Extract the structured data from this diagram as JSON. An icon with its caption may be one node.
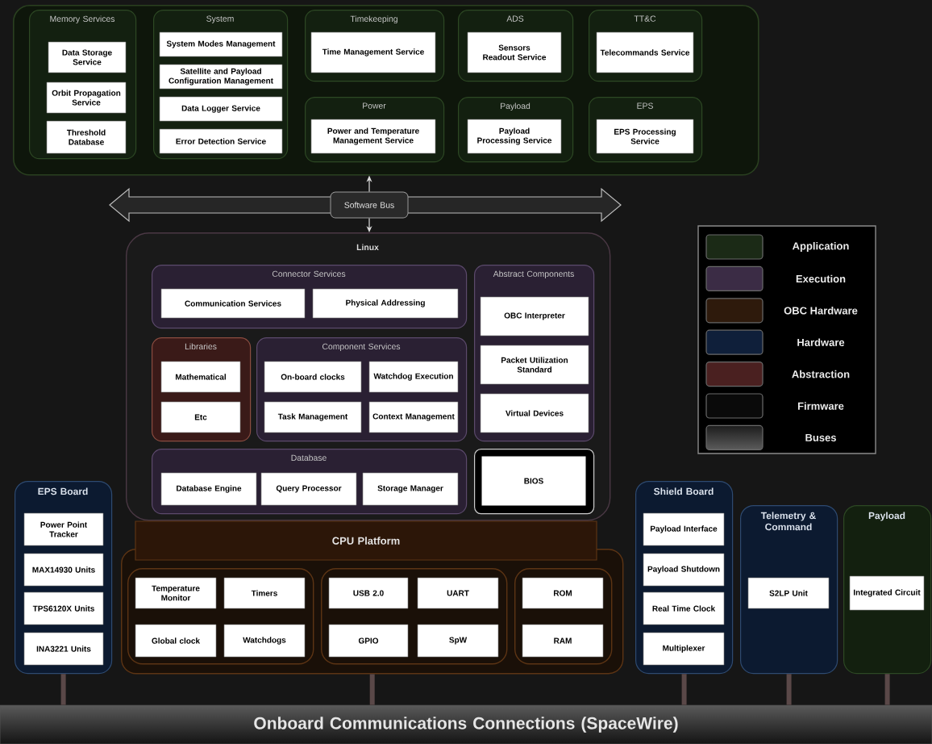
{
  "diagram": {
    "nodes": [
      {
        "text": [],
        "shape": "box"
      },
      {
        "text": [
          "Memory Services"
        ],
        "in": 0
      },
      {
        "text": [
          "Data Storage Service"
        ],
        "in": 1
      },
      {
        "text": [
          "Orbit Propagation Service"
        ],
        "in": 1
      },
      {
        "text": [
          "Threshold Database"
        ],
        "in": 1
      },
      {
        "text": [
          "System"
        ],
        "in": 0
      },
      {
        "text": [
          "System Modes Management"
        ],
        "in": 5
      },
      {
        "text": [
          "Satellite and Payload Configuration Management"
        ],
        "in": 5
      },
      {
        "text": [
          "Data Logger Service"
        ],
        "in": 5
      },
      {
        "text": [
          "Error Detection Service"
        ],
        "in": 5
      },
      {
        "text": [
          "Timekeeping"
        ],
        "in": 0
      },
      {
        "text": [
          "Time Management Service"
        ],
        "in": 10
      },
      {
        "text": [
          "Power"
        ],
        "in": 0
      },
      {
        "text": [
          "Power and Temperature Management Service"
        ],
        "in": 12
      },
      {
        "text": [
          "ADS"
        ],
        "in": 0
      },
      {
        "text": [
          "Sensors Readout Service"
        ],
        "in": 14
      },
      {
        "text": [
          "TT&C"
        ],
        "in": 0
      },
      {
        "text": [
          "Telecommands Service"
        ],
        "in": 16
      },
      {
        "text": [
          "Payload"
        ],
        "in": 0
      },
      {
        "text": [
          "Payload Processing Service"
        ],
        "in": 18
      },
      {
        "text": [
          "EPS"
        ],
        "in": 0
      },
      {
        "text": [
          "EPS Processing Service"
        ],
        "in": 20
      },
      {
        "text": [
          "Software Bus"
        ]
      },
      {
        "text": [
          "Linux"
        ]
      },
      {
        "text": [
          "Connector Services"
        ],
        "in": 23
      },
      {
        "text": [
          "Communication Services"
        ],
        "in": 24
      },
      {
        "text": [
          "Physical Addressing"
        ],
        "in": 24
      },
      {
        "text": [
          "Abstract Components"
        ],
        "in": 23
      },
      {
        "text": [
          "OBC Interpreter"
        ],
        "in": 27
      },
      {
        "text": [
          "Packet Utilization Standard"
        ],
        "in": 27
      },
      {
        "text": [
          "Virtual Devices"
        ],
        "in": 27
      },
      {
        "text": [
          "Libraries"
        ],
        "in": 23
      },
      {
        "text": [
          "Mathematical"
        ],
        "in": 31
      },
      {
        "text": [
          "Etc"
        ],
        "in": 31
      },
      {
        "text": [
          "Component Services"
        ],
        "in": 23
      },
      {
        "text": [
          "On-board clocks"
        ],
        "in": 34
      },
      {
        "text": [
          "Watchdog Execution"
        ],
        "in": 34
      },
      {
        "text": [
          "Task Management"
        ],
        "in": 34
      },
      {
        "text": [
          "Context Management"
        ],
        "in": 34
      },
      {
        "text": [
          "Database"
        ],
        "in": 23
      },
      {
        "text": [
          "Database Engine"
        ],
        "in": 39
      },
      {
        "text": [
          "Query Processor"
        ],
        "in": 39
      },
      {
        "text": [
          "Storage Manager"
        ],
        "in": 39
      },
      {
        "text": [
          "BIOS"
        ],
        "in": 23
      },
      {
        "text": [
          "CPU Platform"
        ]
      },
      {
        "text": [],
        "shape": "box"
      },
      {
        "text": [],
        "shape": "box",
        "in": 45
      },
      {
        "text": [
          "Temperature Monitor"
        ],
        "in": 46
      },
      {
        "text": [
          "Timers"
        ],
        "in": 46
      },
      {
        "text": [
          "Global clock"
        ],
        "in": 46
      },
      {
        "text": [
          "Watchdogs"
        ],
        "in": 46
      },
      {
        "text": [],
        "shape": "box",
        "in": 45
      },
      {
        "text": [
          "USB 2.0"
        ],
        "in": 51
      },
      {
        "text": [
          "UART"
        ],
        "in": 51
      },
      {
        "text": [
          "GPIO"
        ],
        "in": 51
      },
      {
        "text": [
          "SpW"
        ],
        "in": 51
      },
      {
        "text": [],
        "shape": "box",
        "in": 45
      },
      {
        "text": [
          "ROM"
        ],
        "in": 56
      },
      {
        "text": [
          "RAM"
        ],
        "in": 56
      },
      {
        "text": [
          "EPS Board"
        ]
      },
      {
        "text": [
          "Power Point Tracker"
        ],
        "in": 59
      },
      {
        "text": [
          "MAX14930 Units"
        ],
        "in": 59
      },
      {
        "text": [
          "TPS6120X Units"
        ],
        "in": 59
      },
      {
        "text": [
          "INA3221 Units"
        ],
        "in": 59
      },
      {
        "text": [
          "Shield Board"
        ]
      },
      {
        "text": [
          "Payload Interface"
        ],
        "in": 64
      },
      {
        "text": [
          "Payload Shutdown"
        ],
        "in": 64
      },
      {
        "text": [
          "Real Time Clock"
        ],
        "in": 64
      },
      {
        "text": [
          "Multiplexer"
        ],
        "in": 64
      },
      {
        "text": [
          "Telemetry & Command"
        ]
      },
      {
        "text": [
          "S2LP Unit"
        ],
        "in": 69
      },
      {
        "text": [
          "Payload"
        ]
      },
      {
        "text": [
          "Integrated Circuit"
        ],
        "in": 71
      },
      {
        "text": [
          "Onboard Communications Connections (SpaceWire)"
        ]
      }
    ],
    "edges": [
      {
        "from": 22,
        "to": 0,
        "arrow": "to",
        "color": "#dddddd"
      },
      {
        "from": 22,
        "to": 23,
        "arrow": "to",
        "color": "#dddddd"
      },
      {
        "from": 59,
        "to": 73,
        "arrow": "none"
      },
      {
        "from": 45,
        "to": 73,
        "arrow": "none"
      },
      {
        "from": 64,
        "to": 73,
        "arrow": "none"
      },
      {
        "from": 69,
        "to": 73,
        "arrow": "none"
      },
      {
        "from": 71,
        "to": 73,
        "arrow": "none"
      }
    ],
    "legend": [
      {
        "text": "Application",
        "color": "#1b2a16"
      },
      {
        "text": "Execution",
        "color": "#3b2c45"
      },
      {
        "text": "OBC Hardware",
        "color": "#2e1a0c"
      },
      {
        "text": "Hardware",
        "color": "#0f1f3a"
      },
      {
        "text": "Abstraction",
        "color": "#4a2020"
      },
      {
        "text": "Firmware",
        "color": "#0a0a0a"
      },
      {
        "text": "Buses"
      }
    ]
  }
}
